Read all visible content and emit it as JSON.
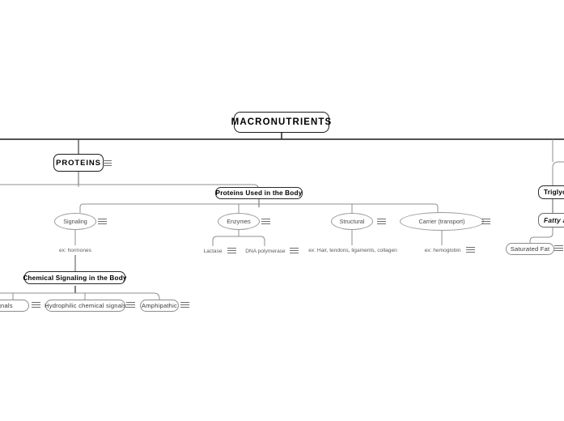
{
  "diagram": {
    "title": "MACRONUTRIENTS",
    "type": "mind-map",
    "menu_icon_name": "hamburger-menu-icon",
    "colors": {
      "node_border_strong": "#1c1c1c",
      "node_border_soft": "#8c8c8c",
      "ellipse_border": "#9a9a9a",
      "edge_line": "#6e6e6e",
      "trunk_line": "#3a3a3a",
      "text_dark": "#000000",
      "text_muted": "#5c5c5c",
      "background": "#ffffff"
    }
  },
  "nodes": {
    "root": {
      "label": "MACRONUTRIENTS"
    },
    "proteins": {
      "label": "PROTEINS"
    },
    "proteins_used": {
      "label": "Proteins Used in the Body"
    },
    "signaling": {
      "label": "Signaling"
    },
    "enzymes": {
      "label": "Enzymes"
    },
    "structural": {
      "label": "Structural"
    },
    "carrier": {
      "label": "Carrier (transport)"
    },
    "ex_hormones": {
      "label": "ex: hormones"
    },
    "lactase": {
      "label": "Lactase"
    },
    "dna_polymerase": {
      "label": "DNA polymerase"
    },
    "ex_structural": {
      "label": "ex: Hair, tendons, ligaments, collagen"
    },
    "ex_hemoglobin": {
      "label": "ex: hemoglobin"
    },
    "chemical_signaling": {
      "label": "Chemical Signaling in the Body"
    },
    "hydrophobic_signals": {
      "label": "ical signals"
    },
    "hydrophilic_signals": {
      "label": "Hydrophilic chemical signals"
    },
    "amphipathic": {
      "label": "Amphipathic"
    },
    "triglycerides": {
      "label": "Triglyce"
    },
    "fatty_acids": {
      "label": "Fatty a"
    },
    "saturated_fat": {
      "label": "Saturated Fat"
    }
  }
}
